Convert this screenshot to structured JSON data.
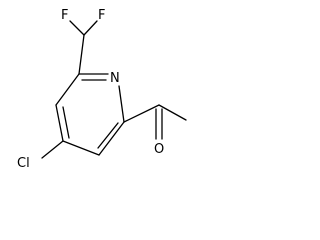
{
  "molecule": {
    "atoms": {
      "fluorine_left": "F",
      "fluorine_right": "F",
      "ring_nitrogen": "N",
      "chlorine": "Cl",
      "carbonyl_oxygen": "O"
    }
  }
}
